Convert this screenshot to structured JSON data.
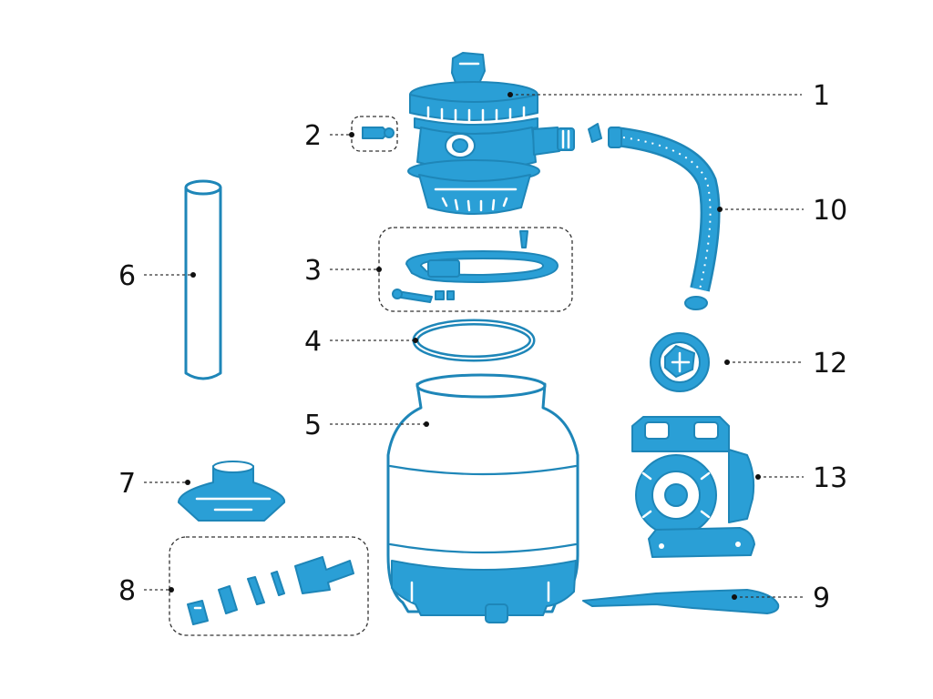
{
  "diagram": {
    "part_numbers": [
      "1",
      "2",
      "3",
      "4",
      "5",
      "6",
      "7",
      "8",
      "9",
      "10",
      "12",
      "13"
    ]
  },
  "colors": {
    "parts": "#2a9fd6",
    "outline": "#1e86b8",
    "text": "#111111"
  }
}
